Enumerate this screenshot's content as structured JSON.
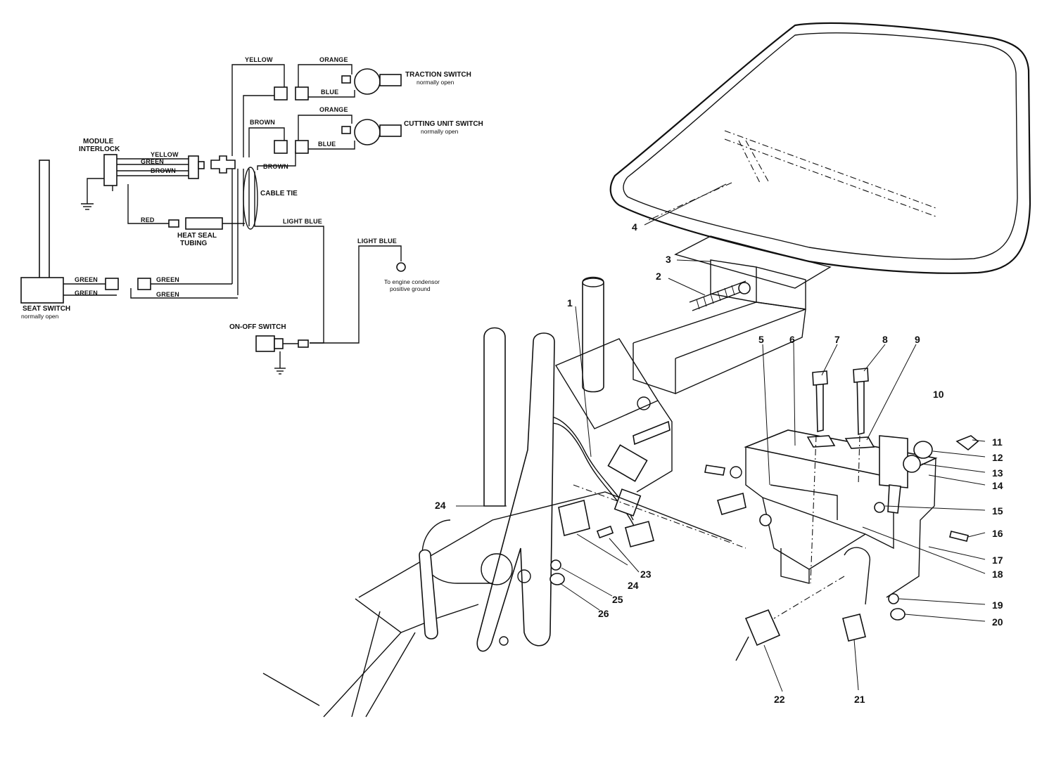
{
  "schematic": {
    "module_interlock": [
      "MODULE",
      "INTERLOCK"
    ],
    "wires": {
      "yellow_top": "YELLOW",
      "orange_1": "ORANGE",
      "blue_1": "BLUE",
      "brown_1": "BROWN",
      "orange_2": "ORANGE",
      "blue_2": "BLUE",
      "brown_2": "BROWN",
      "module_yellow": "YELLOW",
      "module_green": "GREEN",
      "module_brown": "BROWN",
      "red": "RED",
      "light_blue_1": "LIGHT BLUE",
      "light_blue_2": "LIGHT BLUE",
      "seat_green_1": "GREEN",
      "seat_green_2": "GREEN",
      "seat_green_3": "GREEN",
      "seat_green_4": "GREEN"
    },
    "traction_switch": [
      "TRACTION SWITCH",
      "normally open"
    ],
    "cutting_unit_switch": [
      "CUTTING UNIT SWITCH",
      "normally open"
    ],
    "cable_tie": "CABLE TIE",
    "heat_seal_tubing": [
      "HEAT SEAL",
      "TUBING"
    ],
    "engine_condensor": [
      "To engine condensor",
      "positive ground"
    ],
    "seat_switch": [
      "SEAT SWITCH",
      "normally open"
    ],
    "on_off_switch": "ON-OFF SWITCH"
  },
  "callouts": [
    "1",
    "2",
    "3",
    "4",
    "5",
    "6",
    "7",
    "8",
    "9",
    "10",
    "11",
    "12",
    "13",
    "14",
    "15",
    "16",
    "17",
    "18",
    "19",
    "20",
    "21",
    "22",
    "23",
    "24",
    "24",
    "25",
    "26"
  ]
}
